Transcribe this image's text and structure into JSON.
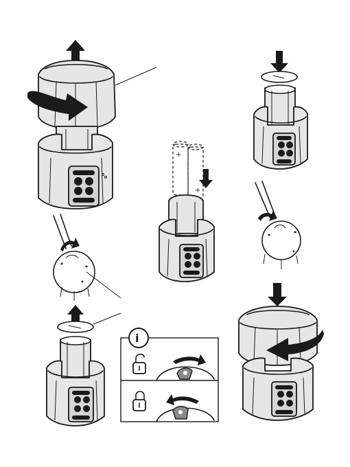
{
  "info_panel": {
    "badge_text": "i",
    "rows": [
      {
        "icon": "unlocked-padlock-icon",
        "arrow_direction": "clockwise"
      },
      {
        "icon": "locked-padlock-icon",
        "arrow_direction": "counter-clockwise"
      }
    ]
  },
  "battery": {
    "polarity_top": "+",
    "polarity_bottom": "+"
  },
  "steps": [
    {
      "action": "unscrew-top-and-lift"
    },
    {
      "action": "insert-batteries"
    },
    {
      "action": "press-cap-down"
    },
    {
      "action": "rotate-cap-with-screwdriver"
    },
    {
      "action": "pry-cap-with-screwdriver"
    },
    {
      "action": "lift-cap-off"
    },
    {
      "action": "push-top-and-screw-on"
    }
  ]
}
